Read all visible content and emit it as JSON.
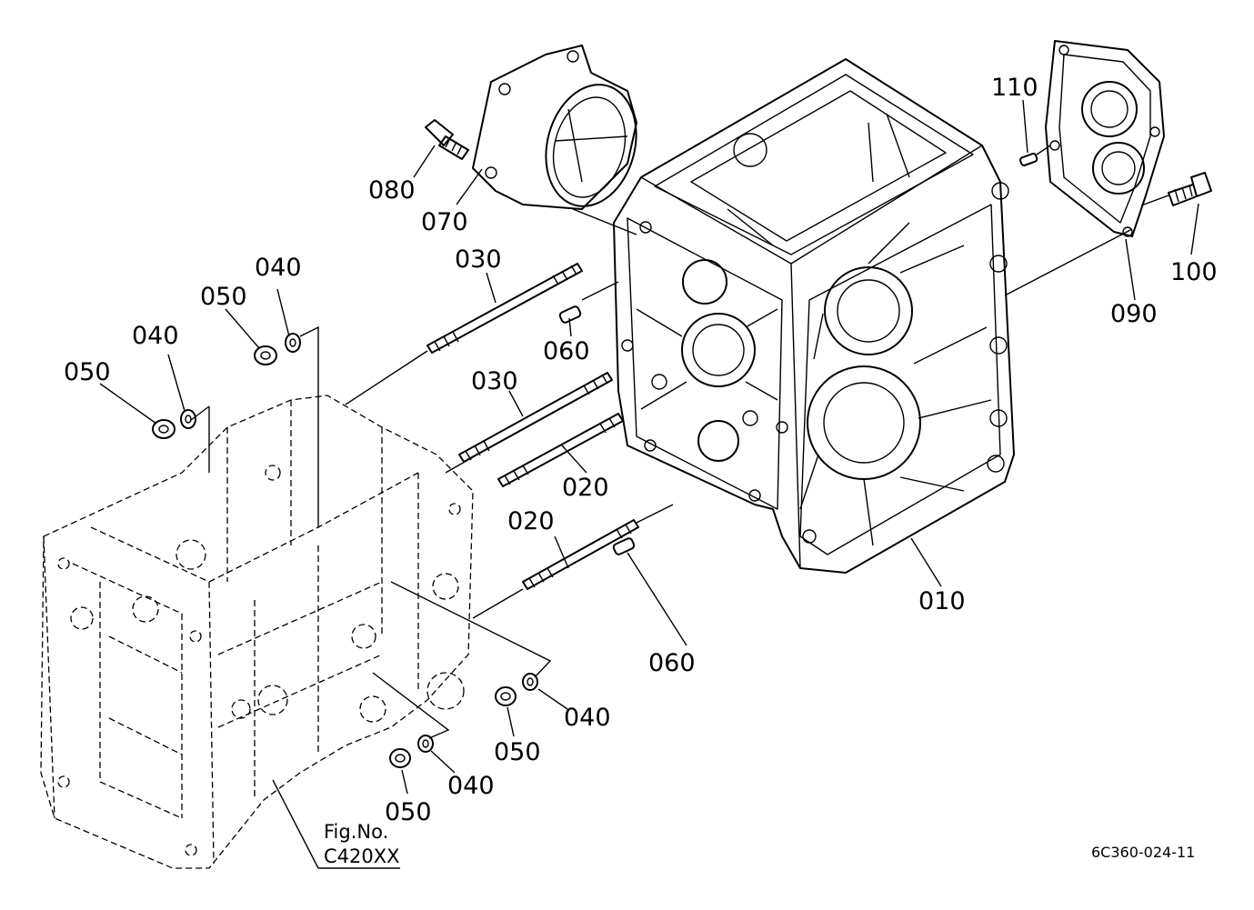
{
  "diagram": {
    "callouts": {
      "p010": "010",
      "p020_mid": "020",
      "p020_low": "020",
      "p030_top": "030",
      "p030_mid": "030",
      "p040_top": "040",
      "p040_left": "040",
      "p040_right": "040",
      "p040_bottom": "040",
      "p050_top": "050",
      "p050_left": "050",
      "p050_right": "050",
      "p050_bottom": "050",
      "p060_upper": "060",
      "p060_lower": "060",
      "p070": "070",
      "p080": "080",
      "p090": "090",
      "p100": "100",
      "p110": "110"
    },
    "figure_ref": {
      "line1": "Fig.No.",
      "line2": "C420XX"
    },
    "drawing_code": "6C360-024-11"
  }
}
